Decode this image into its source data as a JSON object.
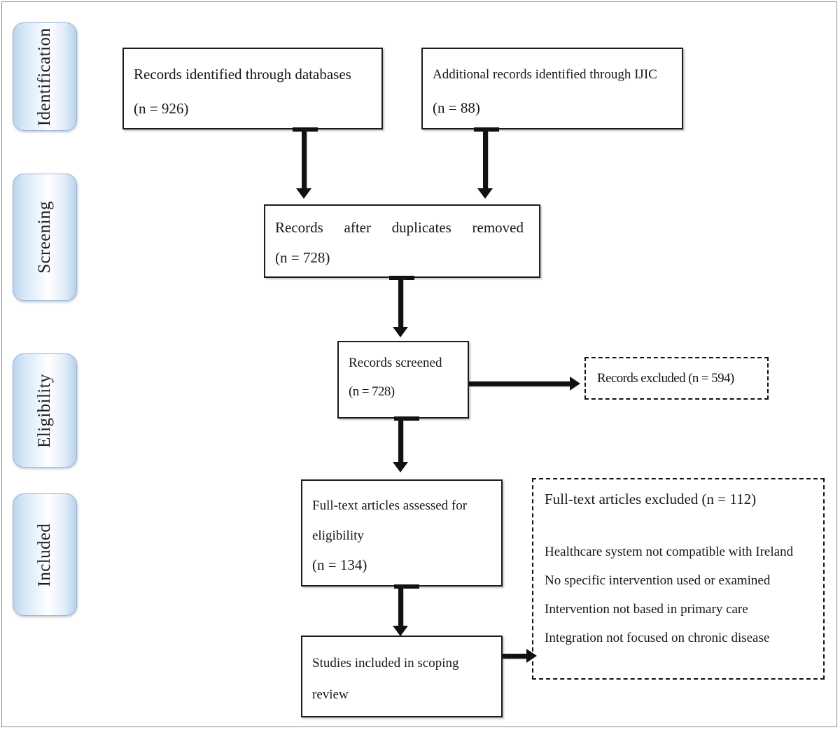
{
  "figure": {
    "type": "prisma-flow-diagram",
    "background_color": "#ffffff",
    "box_border_color": "#1c1c1c",
    "tab_accent_color": "#bcd4ec"
  },
  "stages": [
    {
      "id": "identification",
      "label": "Identification"
    },
    {
      "id": "screening",
      "label": "Screening"
    },
    {
      "id": "eligibility",
      "label": "Eligibility"
    },
    {
      "id": "included",
      "label": "Included"
    }
  ],
  "nodes": {
    "records_databases": {
      "line1": "Records identified through databases",
      "line2": "(n = 926)"
    },
    "records_additional": {
      "line1": "Additional records identified through IJIC",
      "line2": "(n = 88)"
    },
    "records_deduplicated": {
      "line1": "Records after duplicates removed",
      "line2": "(n = 728)"
    },
    "records_screened": {
      "line1": "Records screened",
      "line2": "(n = 728)"
    },
    "records_excluded": {
      "line1": "Records excluded (n = 594)"
    },
    "fulltext_assessed": {
      "line1": "Full-text articles assessed for",
      "line2": "eligibility",
      "line3": "(n = 134)"
    },
    "fulltext_excluded": {
      "heading": "Full-text articles excluded (n = 112)",
      "reasons": [
        "Healthcare system not compatible with Ireland",
        "No specific intervention used or examined",
        "Intervention not based in primary care",
        "Integration not focused on chronic disease"
      ]
    },
    "studies_included": {
      "line1": "Studies included in scoping",
      "line2": "review"
    }
  },
  "chart_data": {
    "type": "diagram",
    "title": "PRISMA flow diagram",
    "stages": [
      "Identification",
      "Screening",
      "Eligibility",
      "Included"
    ],
    "counts": {
      "records_identified_databases": 926,
      "additional_records_IJIC": 88,
      "records_after_duplicates_removed": 728,
      "records_screened": 728,
      "records_excluded": 594,
      "fulltext_articles_assessed": 134,
      "fulltext_articles_excluded": 112
    },
    "exclusion_reasons": [
      "Healthcare system not compatible with Ireland",
      "No specific intervention used or examined",
      "Intervention not based in primary care",
      "Integration not focused on chronic disease"
    ]
  }
}
